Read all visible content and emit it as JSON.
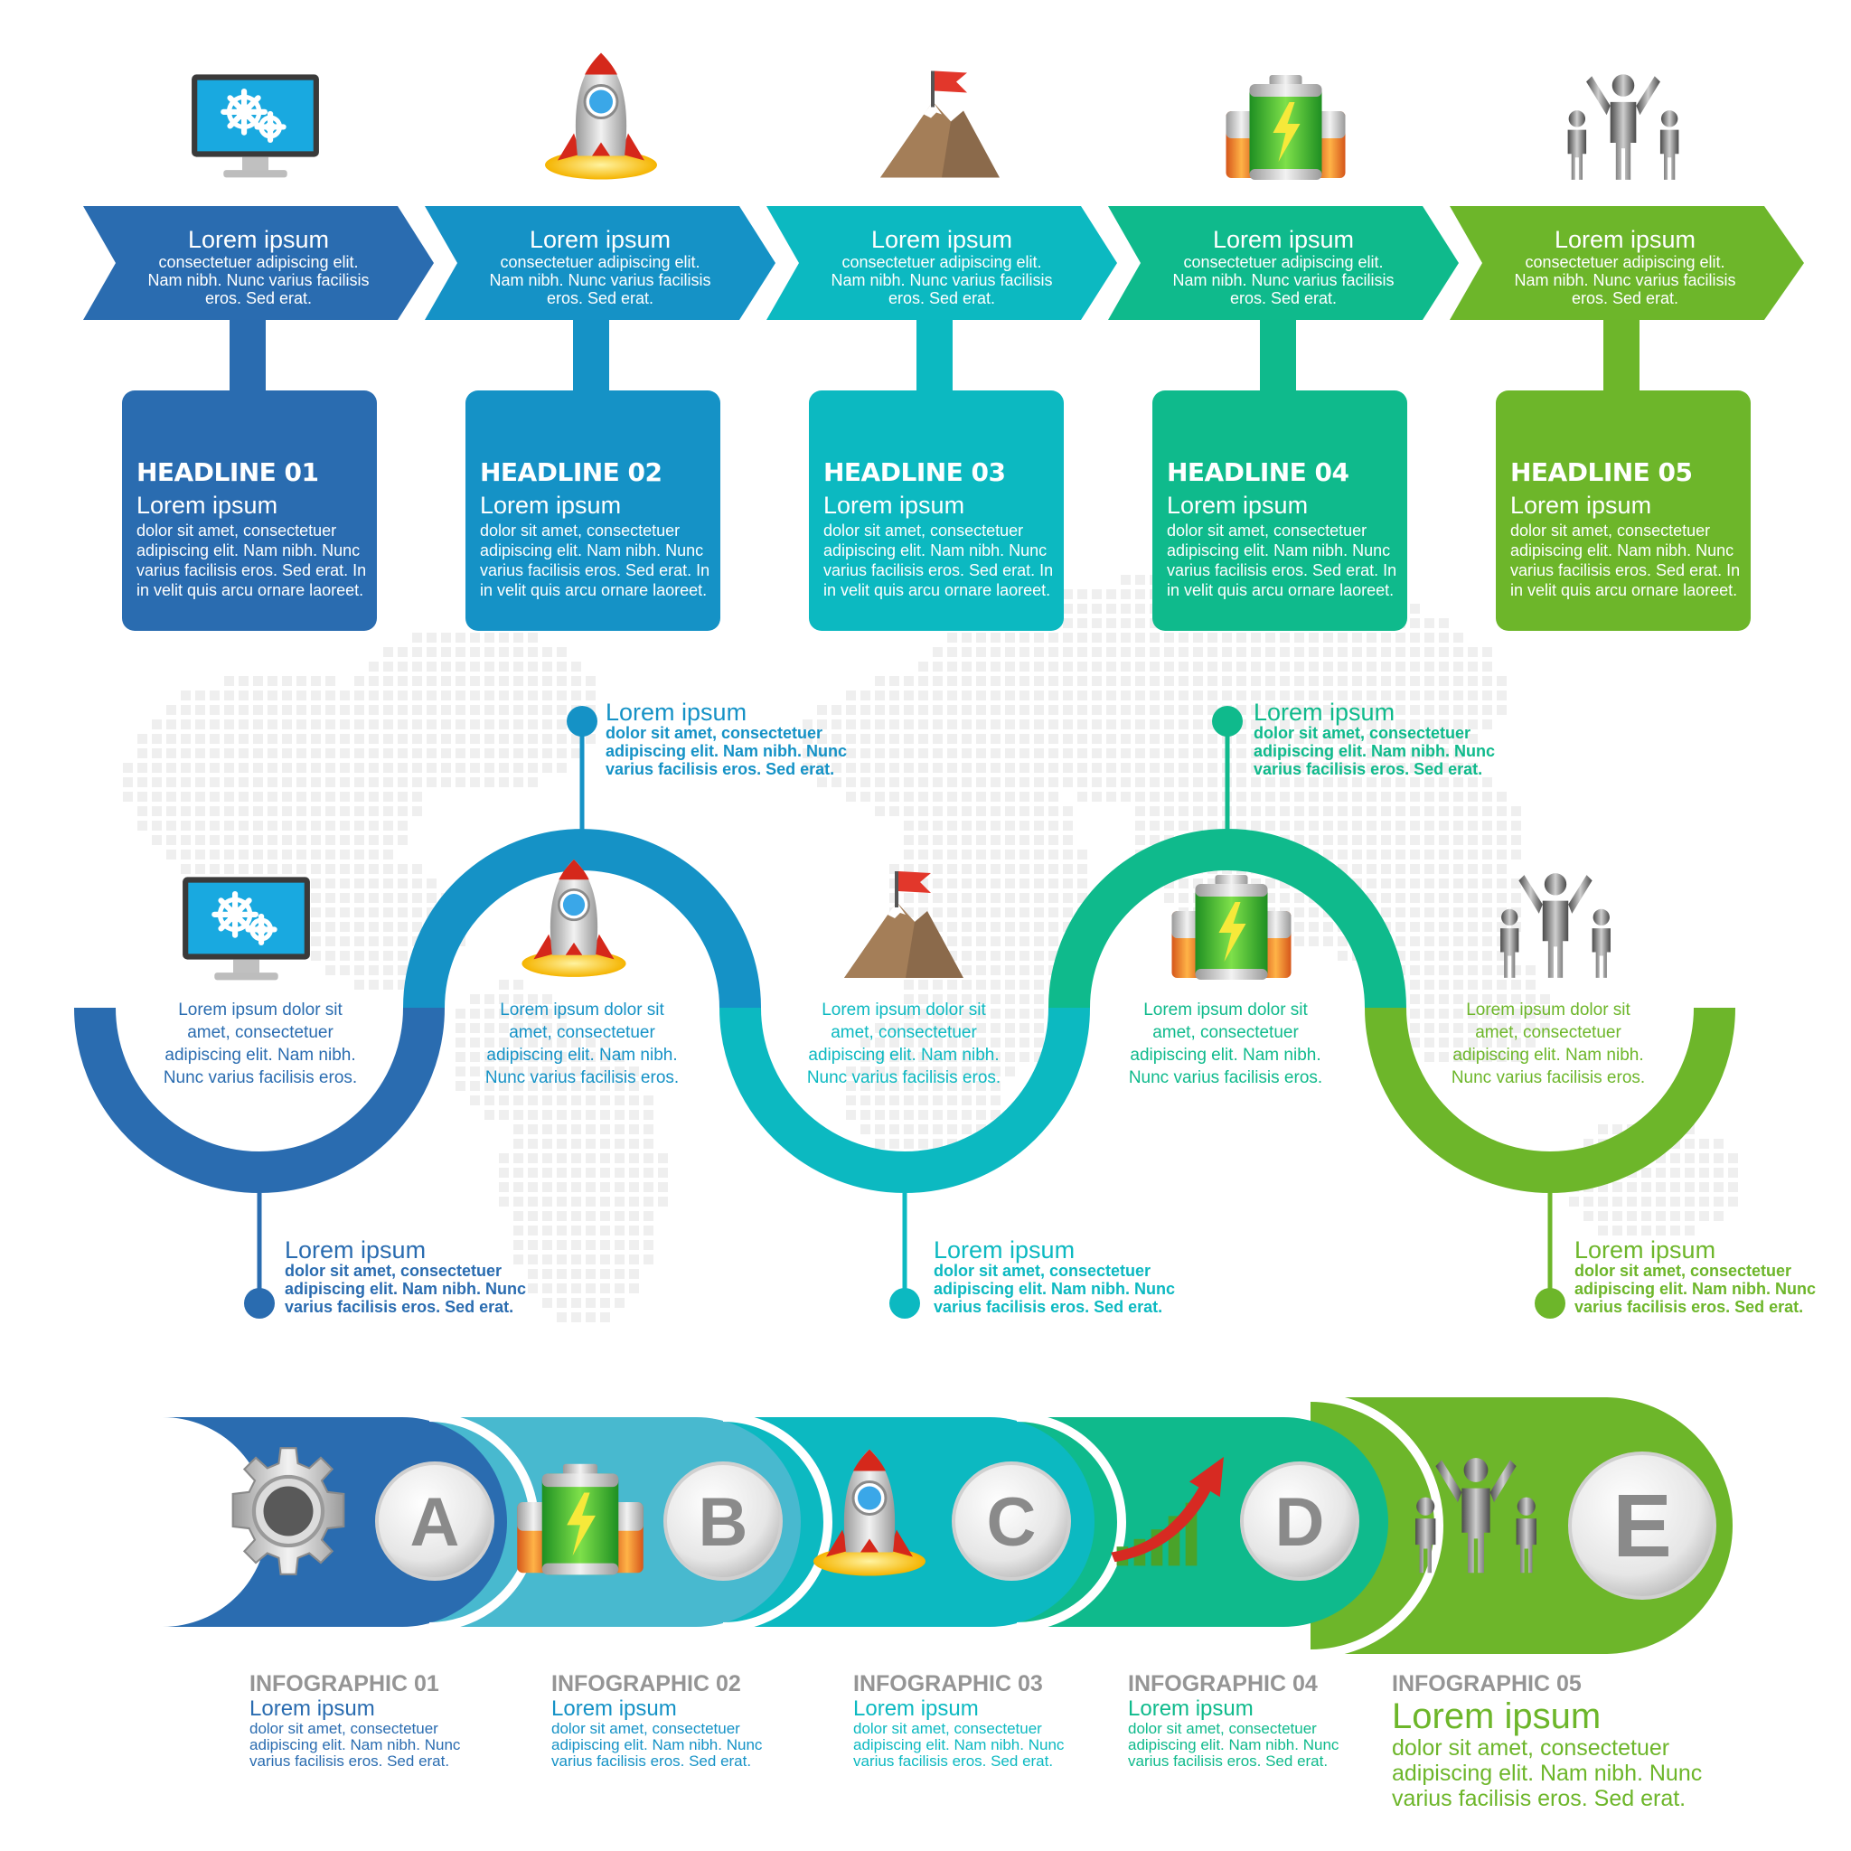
{
  "colors": {
    "step1": "#2a6cb0",
    "step2": "#1592c6",
    "step3": "#0cb9c1",
    "step4": "#0fba8c",
    "step5": "#6db62a",
    "band2": "#48b9cf",
    "grey_label": "#959595"
  },
  "arrows": [
    {
      "title": "Lorem ipsum",
      "body": "consectetuer adipiscing elit. Nam nibh. Nunc varius facilisis eros. Sed erat.",
      "icon": "monitor-gears-icon"
    },
    {
      "title": "Lorem ipsum",
      "body": "consectetuer adipiscing elit. Nam nibh. Nunc varius facilisis eros. Sed erat.",
      "icon": "rocket-icon"
    },
    {
      "title": "Lorem ipsum",
      "body": "consectetuer adipiscing elit. Nam nibh. Nunc varius facilisis eros. Sed erat.",
      "icon": "mountain-flag-icon"
    },
    {
      "title": "Lorem ipsum",
      "body": "consectetuer adipiscing elit. Nam nibh. Nunc varius facilisis eros. Sed erat.",
      "icon": "battery-icon"
    },
    {
      "title": "Lorem ipsum",
      "body": "consectetuer adipiscing elit. Nam nibh. Nunc varius facilisis eros. Sed erat.",
      "icon": "people-icon"
    }
  ],
  "cards": [
    {
      "headline": "HEADLINE 01",
      "title": "Lorem ipsum",
      "body": "dolor sit amet, consectetuer adipiscing elit. Nam nibh. Nunc varius facilisis eros. Sed erat. In in velit quis arcu ornare laoreet."
    },
    {
      "headline": "HEADLINE 02",
      "title": "Lorem ipsum",
      "body": "dolor sit amet, consectetuer adipiscing elit. Nam nibh. Nunc varius facilisis eros. Sed erat. In in velit quis arcu ornare laoreet."
    },
    {
      "headline": "HEADLINE 03",
      "title": "Lorem ipsum",
      "body": "dolor sit amet, consectetuer adipiscing elit. Nam nibh. Nunc varius facilisis eros. Sed erat. In in velit quis arcu ornare laoreet."
    },
    {
      "headline": "HEADLINE 04",
      "title": "Lorem ipsum",
      "body": "dolor sit amet, consectetuer adipiscing elit. Nam nibh. Nunc varius facilisis eros. Sed erat. In in velit quis arcu ornare laoreet."
    },
    {
      "headline": "HEADLINE 05",
      "title": "Lorem ipsum",
      "body": "dolor sit amet, consectetuer adipiscing elit. Nam nibh. Nunc varius facilisis eros. Sed erat. In in velit quis arcu ornare laoreet."
    }
  ],
  "wave": {
    "callouts": [
      {
        "title": "Lorem ipsum",
        "body": "dolor sit amet, consectetuer adipiscing elit. Nam nibh. Nunc varius facilisis eros. Sed erat."
      },
      {
        "title": "Lorem ipsum",
        "body": "dolor sit amet, consectetuer adipiscing elit. Nam nibh. Nunc varius facilisis eros. Sed erat."
      },
      {
        "title": "Lorem ipsum",
        "body": "dolor sit amet, consectetuer adipiscing elit. Nam nibh. Nunc varius facilisis eros. Sed erat."
      },
      {
        "title": "Lorem ipsum",
        "body": "dolor sit amet, consectetuer adipiscing elit. Nam nibh. Nunc varius facilisis eros. Sed erat."
      },
      {
        "title": "Lorem ipsum",
        "body": "dolor sit amet, consectetuer adipiscing elit. Nam nibh. Nunc varius facilisis eros. Sed erat."
      }
    ],
    "items": [
      {
        "text": "Lorem ipsum dolor sit amet, consectetuer adipiscing elit. Nam nibh. Nunc varius facilisis eros.",
        "icon": "monitor-gears-icon"
      },
      {
        "text": "Lorem ipsum dolor sit amet, consectetuer adipiscing elit. Nam nibh. Nunc varius facilisis eros.",
        "icon": "rocket-icon"
      },
      {
        "text": "Lorem ipsum dolor sit amet, consectetuer adipiscing elit. Nam nibh. Nunc varius facilisis eros.",
        "icon": "mountain-flag-icon"
      },
      {
        "text": "Lorem ipsum dolor sit amet, consectetuer adipiscing elit. Nam nibh. Nunc varius facilisis eros.",
        "icon": "battery-icon"
      },
      {
        "text": "Lorem ipsum dolor sit amet, consectetuer adipiscing elit. Nam nibh. Nunc varius facilisis eros.",
        "icon": "people-icon"
      }
    ]
  },
  "band": {
    "items": [
      {
        "letter": "A",
        "icon": "gear-icon"
      },
      {
        "letter": "B",
        "icon": "battery-icon"
      },
      {
        "letter": "C",
        "icon": "rocket-icon"
      },
      {
        "letter": "D",
        "icon": "growth-chart-icon"
      },
      {
        "letter": "E",
        "icon": "people-icon"
      }
    ]
  },
  "infographics": [
    {
      "heading": "INFOGRAPHIC 01",
      "title": "Lorem ipsum",
      "body": "dolor sit amet, consectetuer adipiscing elit. Nam nibh. Nunc varius facilisis eros. Sed erat."
    },
    {
      "heading": "INFOGRAPHIC 02",
      "title": "Lorem ipsum",
      "body": "dolor sit amet, consectetuer adipiscing elit. Nam nibh. Nunc varius facilisis eros. Sed erat."
    },
    {
      "heading": "INFOGRAPHIC 03",
      "title": "Lorem ipsum",
      "body": "dolor sit amet, consectetuer adipiscing elit. Nam nibh. Nunc varius facilisis eros. Sed erat."
    },
    {
      "heading": "INFOGRAPHIC 04",
      "title": "Lorem ipsum",
      "body": "dolor sit amet, consectetuer adipiscing elit. Nam nibh. Nunc varius facilisis eros. Sed erat."
    },
    {
      "heading": "INFOGRAPHIC 05",
      "title": "Lorem ipsum",
      "body": "dolor sit amet, consectetuer adipiscing elit. Nam nibh. Nunc varius facilisis eros. Sed erat."
    }
  ]
}
